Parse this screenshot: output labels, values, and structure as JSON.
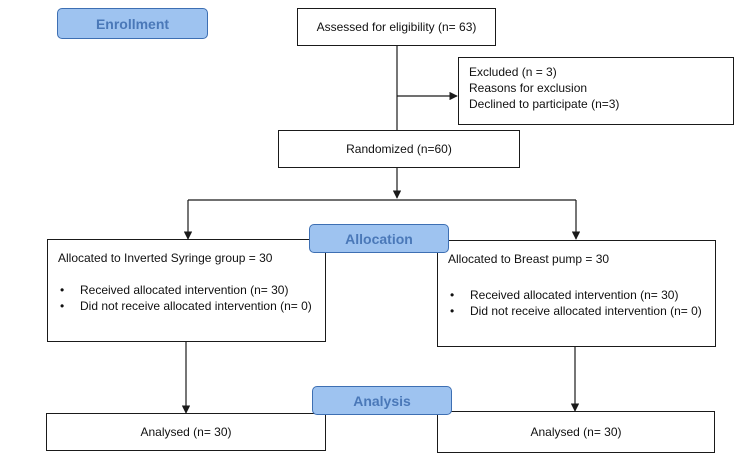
{
  "stages": {
    "enrollment": "Enrollment",
    "allocation": "Allocation",
    "analysis": "Analysis"
  },
  "assessed": "Assessed for eligibility (n= 63)",
  "excluded": {
    "line1": "Excluded (n = 3)",
    "line2": "Reasons for exclusion",
    "line3": "Declined to participate (n=3)"
  },
  "randomized": "Randomized (n=60)",
  "left_arm": {
    "title": "Allocated to Inverted Syringe group = 30",
    "items": [
      "Received allocated intervention (n= 30)",
      "Did not receive allocated intervention (n= 0)"
    ],
    "analysed": "Analysed (n= 30)"
  },
  "right_arm": {
    "title": "Allocated to Breast pump = 30",
    "items": [
      "Received allocated intervention (n= 30)",
      "Did not receive allocated intervention (n= 0)"
    ],
    "analysed": "Analysed (n= 30)"
  },
  "colors": {
    "stage_fill": "#9ec3f0",
    "stage_border": "#3d6fb3",
    "stage_text": "#4a78b8",
    "line": "#1a1a1a"
  }
}
